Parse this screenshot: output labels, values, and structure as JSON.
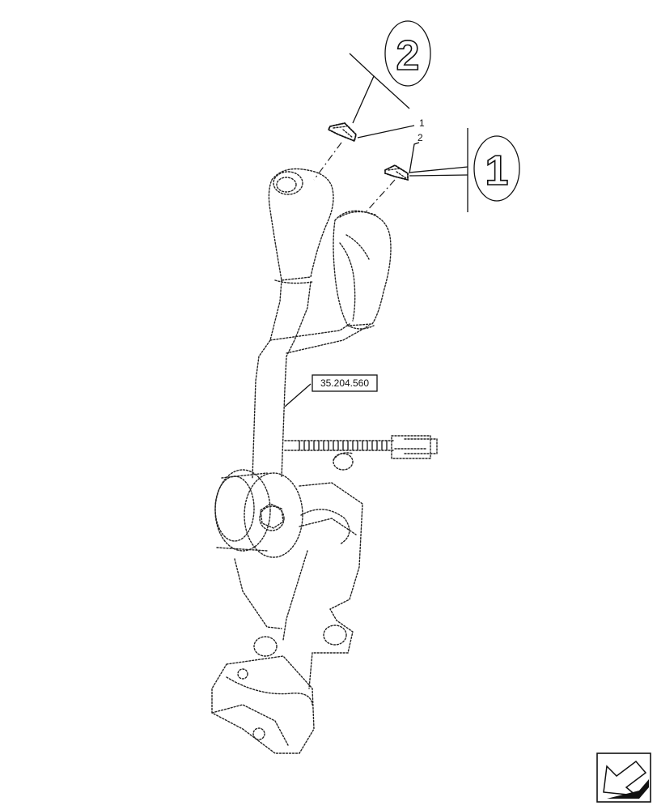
{
  "diagram": {
    "reference_label": "35.204.560",
    "callouts": [
      {
        "number": "1"
      },
      {
        "number": "2"
      }
    ],
    "variants": [
      {
        "number": "2"
      },
      {
        "number": "1"
      }
    ],
    "nav_icon": "arrow-down-left-icon"
  }
}
